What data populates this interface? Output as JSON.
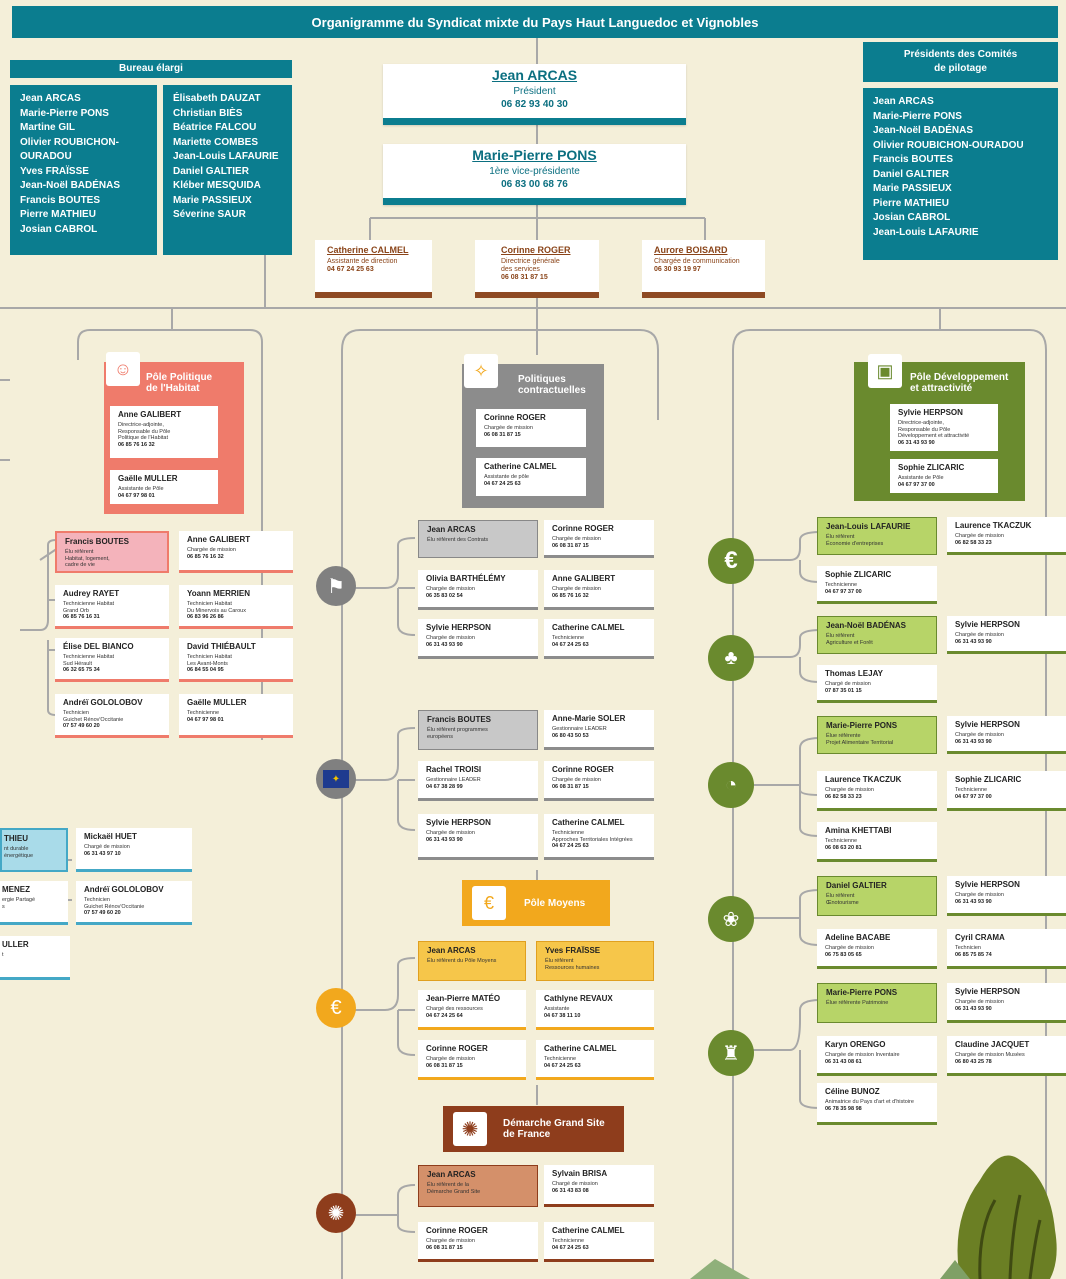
{
  "title": "Organigramme du Syndicat mixte du Pays Haut Languedoc et Vignobles",
  "bureau": {
    "title": "Bureau élargi",
    "col1": [
      "Jean ARCAS",
      "Marie-Pierre PONS",
      "Martine GIL",
      "Olivier ROUBICHON-\nOURADOU",
      "Yves FRAÏSSE",
      "Jean-Noël BADÉNAS",
      "Francis BOUTES",
      "Pierre MATHIEU",
      "Josian CABROL"
    ],
    "col2": [
      "Élisabeth DAUZAT",
      "Christian BIÈS",
      "Béatrice FALCOU",
      "Mariette COMBES",
      "Jean-Louis LAFAURIE",
      "Daniel GALTIER",
      "Kléber MESQUIDA",
      "Marie PASSIEUX",
      "Séverine SAUR"
    ]
  },
  "presidents": {
    "title": "Présidents des Comités\nde pilotage",
    "names": [
      "Jean ARCAS",
      "Marie-Pierre PONS",
      "Jean-Noël BADÉNAS",
      "Olivier ROUBICHON-OURADOU",
      "Francis BOUTES",
      "Daniel GALTIER",
      "Marie PASSIEUX",
      "Pierre MATHIEU",
      "Josian CABROL",
      "Jean-Louis LAFAURIE"
    ]
  },
  "president": {
    "name": "Jean ARCAS",
    "role": "Président",
    "phone": "06 82 93 40 30"
  },
  "vice": {
    "name": "Marie-Pierre PONS",
    "role": "1ère vice-présidente",
    "phone": "06 83 00 68 76"
  },
  "staff": [
    {
      "name": "Catherine CALMEL",
      "role": "Assistante de direction",
      "phone": "04 67 24 25 63"
    },
    {
      "name": "Corinne ROGER",
      "role": "Directrice générale\ndes services",
      "phone": "06 08 31 87 15"
    },
    {
      "name": "Aurore BOISARD",
      "role": "Chargée de communication",
      "phone": "06 30 93 19 97"
    }
  ],
  "poles": {
    "habitat": {
      "title": "Pôle Politique\nde l'Habitat",
      "color": "#ef7b6b",
      "people": [
        {
          "name": "Anne GALIBERT",
          "role": "Directrice-adjointe,\nResponsable du Pôle\nPolitique de l'Habitat",
          "phone": "06 85 76 16 32"
        },
        {
          "name": "Gaëlle MULLER",
          "role": "Assistante de Pôle",
          "phone": "04 67 97 98 01"
        }
      ]
    },
    "contract": {
      "title": "Politiques\ncontractuelles",
      "color": "#8c8c8c",
      "people": [
        {
          "name": "Corinne ROGER",
          "role": "Chargée de mission",
          "phone": "06 08 31 87 15"
        },
        {
          "name": "Catherine CALMEL",
          "role": "Assistante de pôle",
          "phone": "04 67 24 25 63"
        }
      ]
    },
    "dev": {
      "title": "Pôle Développement\net attractivité",
      "color": "#6a8a2e",
      "people": [
        {
          "name": "Sylvie HERPSON",
          "role": "Directrice-adjointe,\nResponsable du Pôle\nDéveloppement et attractivité",
          "phone": "06 31 43 93 90"
        },
        {
          "name": "Sophie ZLICARIC",
          "role": "Assistante de Pôle",
          "phone": "04 67 97 37 00"
        }
      ]
    },
    "moyens": {
      "title": "Pôle Moyens",
      "color": "#f2a81d"
    },
    "grandsite": {
      "title": "Démarche Grand Site\nde France",
      "color": "#8e3d1c"
    }
  },
  "cards": {
    "h1": {
      "name": "Francis BOUTES",
      "role": "Élu référent\nHabitat, logement,\ncadre de vie",
      "phone": ""
    },
    "h2": {
      "name": "Anne GALIBERT",
      "role": "Chargée de mission",
      "phone": "06 85 76 16 32"
    },
    "h3": {
      "name": "Audrey RAYET",
      "role": "Technicienne Habitat\nGrand Orb",
      "phone": "06 85 76 16 31"
    },
    "h4": {
      "name": "Yoann MERRIEN",
      "role": "Technicien Habitat\nDu Minervois au Caroux",
      "phone": "06 83 96 26 86"
    },
    "h5": {
      "name": "Élise DEL BIANCO",
      "role": "Technicienne Habitat\nSud Hérault",
      "phone": "06 32 65 75 34"
    },
    "h6": {
      "name": "David THIÉBAULT",
      "role": "Technicien Habitat\nLes Avant-Monts",
      "phone": "06 84 55 04 95"
    },
    "h7": {
      "name": "Andréï GOLOLOBOV",
      "role": "Technicien\nGuichet Rénov'Occitanie",
      "phone": "07 57 49 60 20"
    },
    "h8": {
      "name": "Gaëlle MULLER",
      "role": "Technicienne",
      "phone": "04 67 97 98 01"
    },
    "e1": {
      "name": "THIEU",
      "role": "nt durable\nénergétique",
      "phone": ""
    },
    "e2": {
      "name": "Mickaël HUET",
      "role": "Chargé de mission",
      "phone": "06 31 43 97 10"
    },
    "e3": {
      "name": "MENEZ",
      "role": "ergie Partagé\ns",
      "phone": ""
    },
    "e4": {
      "name": "Andréï GOLOLOBOV",
      "role": "Technicien\nGuichet Rénov'Occitanie",
      "phone": "07 57 49 60 20"
    },
    "e5": {
      "name": "ULLER",
      "role": "t",
      "phone": ""
    },
    "c1": {
      "name": "Jean ARCAS",
      "role": "Élu référent des Contrats",
      "phone": ""
    },
    "c2": {
      "name": "Corinne ROGER",
      "role": "Chargée de mission",
      "phone": "06 08 31 87 15"
    },
    "c3": {
      "name": "Olivia BARTHÉLÉMY",
      "role": "Chargée de mission",
      "phone": "06 35 83 02 54"
    },
    "c4": {
      "name": "Anne GALIBERT",
      "role": "Chargée de mission",
      "phone": "06 85 76 16 32"
    },
    "c5": {
      "name": "Sylvie HERPSON",
      "role": "Chargée de mission",
      "phone": "06 31 43 93 90"
    },
    "c6": {
      "name": "Catherine CALMEL",
      "role": "Technicienne",
      "phone": "04 67 24 25 63"
    },
    "l1": {
      "name": "Francis BOUTES",
      "role": "Élu référent programmes\neuropéens",
      "phone": ""
    },
    "l2": {
      "name": "Anne-Marie SOLER",
      "role": "Gestionnaire LEADER",
      "phone": "06 80 43 50 53"
    },
    "l3": {
      "name": "Rachel TROISI",
      "role": "Gestionnaire LEADER",
      "phone": "04 67 38 28 99"
    },
    "l4": {
      "name": "Corinne ROGER",
      "role": "Chargée de mission",
      "phone": "06 08 31 87 15"
    },
    "l5": {
      "name": "Sylvie HERPSON",
      "role": "Chargée de mission",
      "phone": "06 31 43 93 90"
    },
    "l6": {
      "name": "Catherine CALMEL",
      "role": "Technicienne\nApproches Territoriales Intégrées",
      "phone": "04 67 24 25 63"
    },
    "m1": {
      "name": "Jean ARCAS",
      "role": "Élu référent du Pôle Moyens",
      "phone": ""
    },
    "m2": {
      "name": "Yves FRAÏSSE",
      "role": "Élu référent\nRessources humaines",
      "phone": ""
    },
    "m3": {
      "name": "Jean-Pierre MATÉO",
      "role": "Chargé des ressources",
      "phone": "04 67 24 25 64"
    },
    "m4": {
      "name": "Cathlyne REVAUX",
      "role": "Assistante",
      "phone": "04 67 38 11 10"
    },
    "m5": {
      "name": "Corinne ROGER",
      "role": "Chargée de mission",
      "phone": "06 08 31 87 15"
    },
    "m6": {
      "name": "Catherine CALMEL",
      "role": "Technicienne",
      "phone": "04 67 24 25 63"
    },
    "g1": {
      "name": "Jean ARCAS",
      "role": "Élu référent de la\nDémarche Grand Site",
      "phone": ""
    },
    "g2": {
      "name": "Sylvain BRISA",
      "role": "Chargé de mission",
      "phone": "06 31 43 83 08"
    },
    "g3": {
      "name": "Corinne ROGER",
      "role": "Chargée de mission",
      "phone": "06 08 31 87 15"
    },
    "g4": {
      "name": "Catherine CALMEL",
      "role": "Technicienne",
      "phone": "04 67 24 25 63"
    },
    "d1": {
      "name": "Jean-Louis LAFAURIE",
      "role": "Élu référent\nÉconomie d'entreprises",
      "phone": ""
    },
    "d2": {
      "name": "Laurence TKACZUK",
      "role": "Chargée de mission",
      "phone": "06 82 58 33 23"
    },
    "d3": {
      "name": "Sophie ZLICARIC",
      "role": "Technicienne",
      "phone": "04 67 97 37 00"
    },
    "d4": {
      "name": "Jean-Noël BADÉNAS",
      "role": "Élu référent\nAgriculture et Forêt",
      "phone": ""
    },
    "d5": {
      "name": "Sylvie HERPSON",
      "role": "Chargée de mission",
      "phone": "06 31 43 93 90"
    },
    "d6": {
      "name": "Thomas LEJAY",
      "role": "Chargé de mission",
      "phone": "07 87 35 01 15"
    },
    "d7": {
      "name": "Marie-Pierre PONS",
      "role": "Élue référente\nProjet Alimentaire Territorial",
      "phone": ""
    },
    "d8": {
      "name": "Sylvie HERPSON",
      "role": "Chargée de mission",
      "phone": "06 31 43 93 90"
    },
    "d9": {
      "name": "Laurence TKACZUK",
      "role": "Chargée de mission",
      "phone": "06 82 58 33 23"
    },
    "d10": {
      "name": "Sophie ZLICARIC",
      "role": "Technicienne",
      "phone": "04 67 97 37 00"
    },
    "d11": {
      "name": "Amina KHETTABI",
      "role": "Technicienne",
      "phone": "06 08 63 20 81"
    },
    "d12": {
      "name": "Daniel GALTIER",
      "role": "Élu référent\nŒnotourisme",
      "phone": ""
    },
    "d13": {
      "name": "Sylvie HERPSON",
      "role": "Chargée de mission",
      "phone": "06 31 43 93 90"
    },
    "d14": {
      "name": "Adeline BACABE",
      "role": "Chargée de mission",
      "phone": "06 75 83 05 65"
    },
    "d15": {
      "name": "Cyril CRAMA",
      "role": "Technicien",
      "phone": "06 85 75 85 74"
    },
    "d16": {
      "name": "Marie-Pierre PONS",
      "role": "Élue référente Patrimoine",
      "phone": ""
    },
    "d17": {
      "name": "Sylvie HERPSON",
      "role": "Chargée de mission",
      "phone": "06 31 43 93 90"
    },
    "d18": {
      "name": "Karyn ORENGO",
      "role": "Chargée de mission Inventaire",
      "phone": "06 31 43 08 61"
    },
    "d19": {
      "name": "Claudine JACQUET",
      "role": "Chargée de mission Musées",
      "phone": "06 80 43 25 78"
    },
    "d20": {
      "name": "Céline BUNOZ",
      "role": "Animatrice du Pays d'art et d'histoire",
      "phone": "06 78 35 98 98"
    }
  },
  "icons": {
    "euro": "€",
    "trees": "♣",
    "food": "◔",
    "grapes": "❀",
    "castle": "♜",
    "flags": "⚑",
    "eu": "✦",
    "coins": "€",
    "sunburst": "✺"
  }
}
